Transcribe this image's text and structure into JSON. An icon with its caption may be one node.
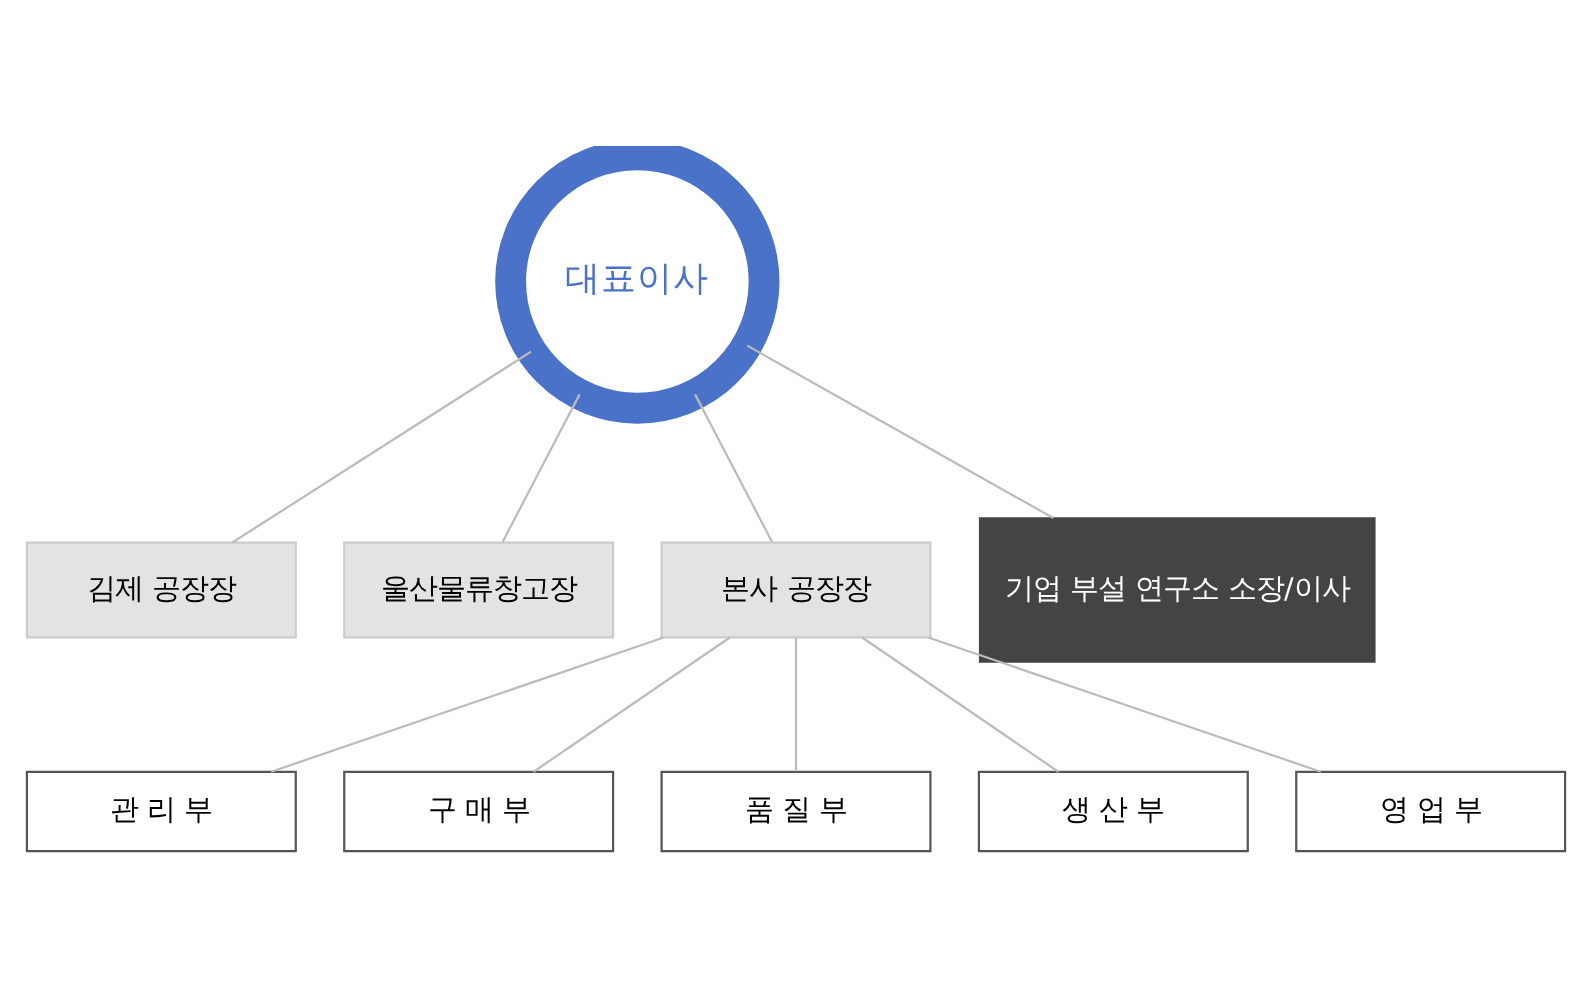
{
  "diagram": {
    "nodes": [
      {
        "text": [
          "대표이사"
        ]
      },
      {
        "text": [
          "김제 공장장"
        ]
      },
      {
        "text": [
          "울산물류창고장"
        ]
      },
      {
        "text": [
          "본사 공장장"
        ]
      },
      {
        "text": [
          "기업 부설 연구소 소장/이사"
        ]
      },
      {
        "text": [
          "관 리 부"
        ]
      },
      {
        "text": [
          "구 매 부"
        ]
      },
      {
        "text": [
          "품 질 부"
        ]
      },
      {
        "text": [
          "생 산 부"
        ]
      },
      {
        "text": [
          "영 업 부"
        ]
      }
    ],
    "edges": [
      {
        "from": 0,
        "to": 1,
        "arrow": "none"
      },
      {
        "from": 0,
        "to": 2,
        "arrow": "none"
      },
      {
        "from": 0,
        "to": 3,
        "arrow": "none"
      },
      {
        "from": 0,
        "to": 4,
        "arrow": "none"
      },
      {
        "from": 3,
        "to": 5,
        "arrow": "none"
      },
      {
        "from": 3,
        "to": 6,
        "arrow": "none"
      },
      {
        "from": 3,
        "to": 7,
        "arrow": "none"
      },
      {
        "from": 3,
        "to": 8,
        "arrow": "none"
      },
      {
        "from": 3,
        "to": 9,
        "arrow": "none"
      }
    ]
  }
}
